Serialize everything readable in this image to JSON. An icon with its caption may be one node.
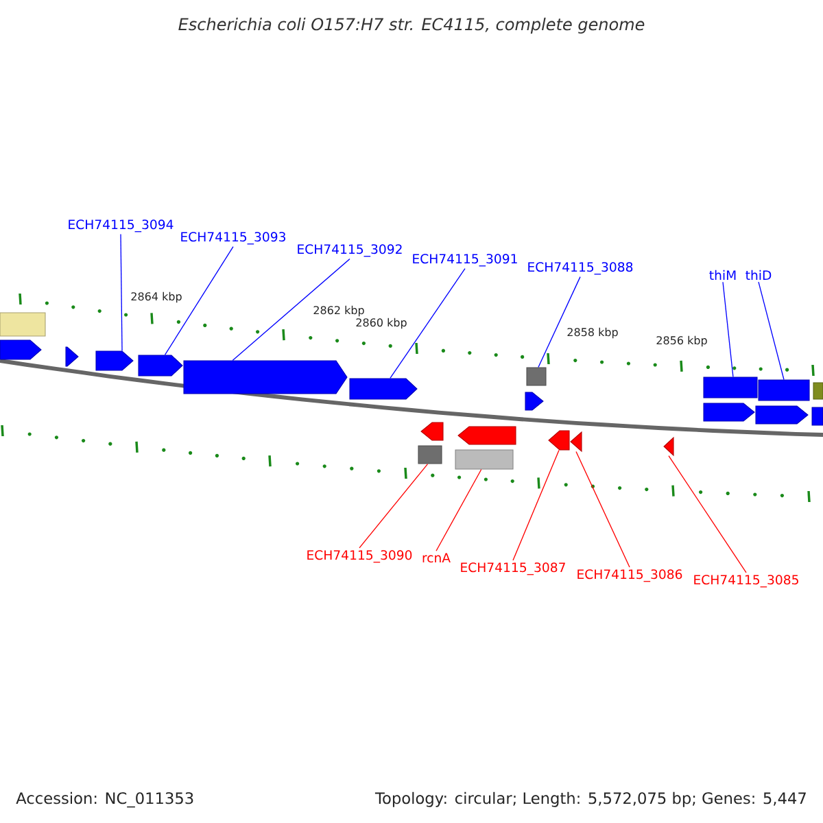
{
  "diagram": {
    "title": "Escherichia coli O157:H7 str. EC4115, complete genome",
    "nodes": [
      {
        "text": [
          "ECH74115_3094"
        ]
      },
      {
        "text": [
          "ECH74115_3093"
        ]
      },
      {
        "text": [
          "ECH74115_3092"
        ]
      },
      {
        "text": [
          "ECH74115_3091"
        ]
      },
      {
        "text": [
          "ECH74115_3088"
        ]
      },
      {
        "text": [
          "thiM"
        ]
      },
      {
        "text": [
          "thiD"
        ]
      },
      {
        "text": [
          "ECH74115_3090"
        ]
      },
      {
        "text": [
          "rcnA"
        ]
      },
      {
        "text": [
          "ECH74115_3087"
        ]
      },
      {
        "text": [
          "ECH74115_3086"
        ]
      },
      {
        "text": [
          "ECH74115_3085"
        ]
      },
      {
        "text": [],
        "shape": "box"
      },
      {
        "text": [],
        "shape": "pentagon"
      },
      {
        "text": [],
        "shape": "pentagon"
      },
      {
        "text": [],
        "shape": "pentagon"
      },
      {
        "text": [],
        "shape": "pentagon"
      },
      {
        "text": [],
        "shape": "pentagon"
      },
      {
        "text": [],
        "shape": "pentagon"
      },
      {
        "text": [],
        "shape": "box"
      },
      {
        "text": [],
        "shape": "pentagon"
      },
      {
        "text": [],
        "shape": "box"
      },
      {
        "text": [],
        "shape": "pentagon"
      },
      {
        "text": [],
        "shape": "box"
      },
      {
        "text": [],
        "shape": "pentagon"
      },
      {
        "text": [],
        "shape": "box"
      },
      {
        "text": [],
        "shape": "box"
      },
      {
        "text": [],
        "shape": "pentagon"
      },
      {
        "text": [],
        "shape": "box"
      },
      {
        "text": [],
        "shape": "pentagon"
      },
      {
        "text": [],
        "shape": "box"
      },
      {
        "text": [],
        "shape": "pentagon"
      },
      {
        "text": [],
        "shape": "pentagon"
      },
      {
        "text": [],
        "shape": "pentagon"
      }
    ],
    "edges": [
      {
        "from": 0,
        "to": 15,
        "arrow": "none",
        "color": "#0000ff"
      },
      {
        "from": 1,
        "to": 16,
        "arrow": "none",
        "color": "#0000ff"
      },
      {
        "from": 2,
        "to": 17,
        "arrow": "none",
        "color": "#0000ff"
      },
      {
        "from": 3,
        "to": 18,
        "arrow": "none",
        "color": "#0000ff"
      },
      {
        "from": 4,
        "to": 19,
        "arrow": "none",
        "color": "#0000ff"
      },
      {
        "from": 5,
        "to": 21,
        "arrow": "none",
        "color": "#0000ff"
      },
      {
        "from": 6,
        "to": 23,
        "arrow": "none",
        "color": "#0000ff"
      },
      {
        "from": 7,
        "to": 28,
        "arrow": "none",
        "color": "#ff0000"
      },
      {
        "from": 8,
        "to": 30,
        "arrow": "none",
        "color": "#ff0000"
      },
      {
        "from": 9,
        "to": 31,
        "arrow": "none",
        "color": "#ff0000"
      },
      {
        "from": 10,
        "to": 32,
        "arrow": "none",
        "color": "#ff0000"
      },
      {
        "from": 11,
        "to": 33,
        "arrow": "none",
        "color": "#ff0000"
      }
    ],
    "labels": [
      "2864 kbp",
      "2862 kbp",
      "2860 kbp",
      "2858 kbp",
      "2856 kbp",
      "Accession: NC_011353",
      "Topology: circular; Length: 5,572,075 bp; Genes: 5,447"
    ]
  }
}
